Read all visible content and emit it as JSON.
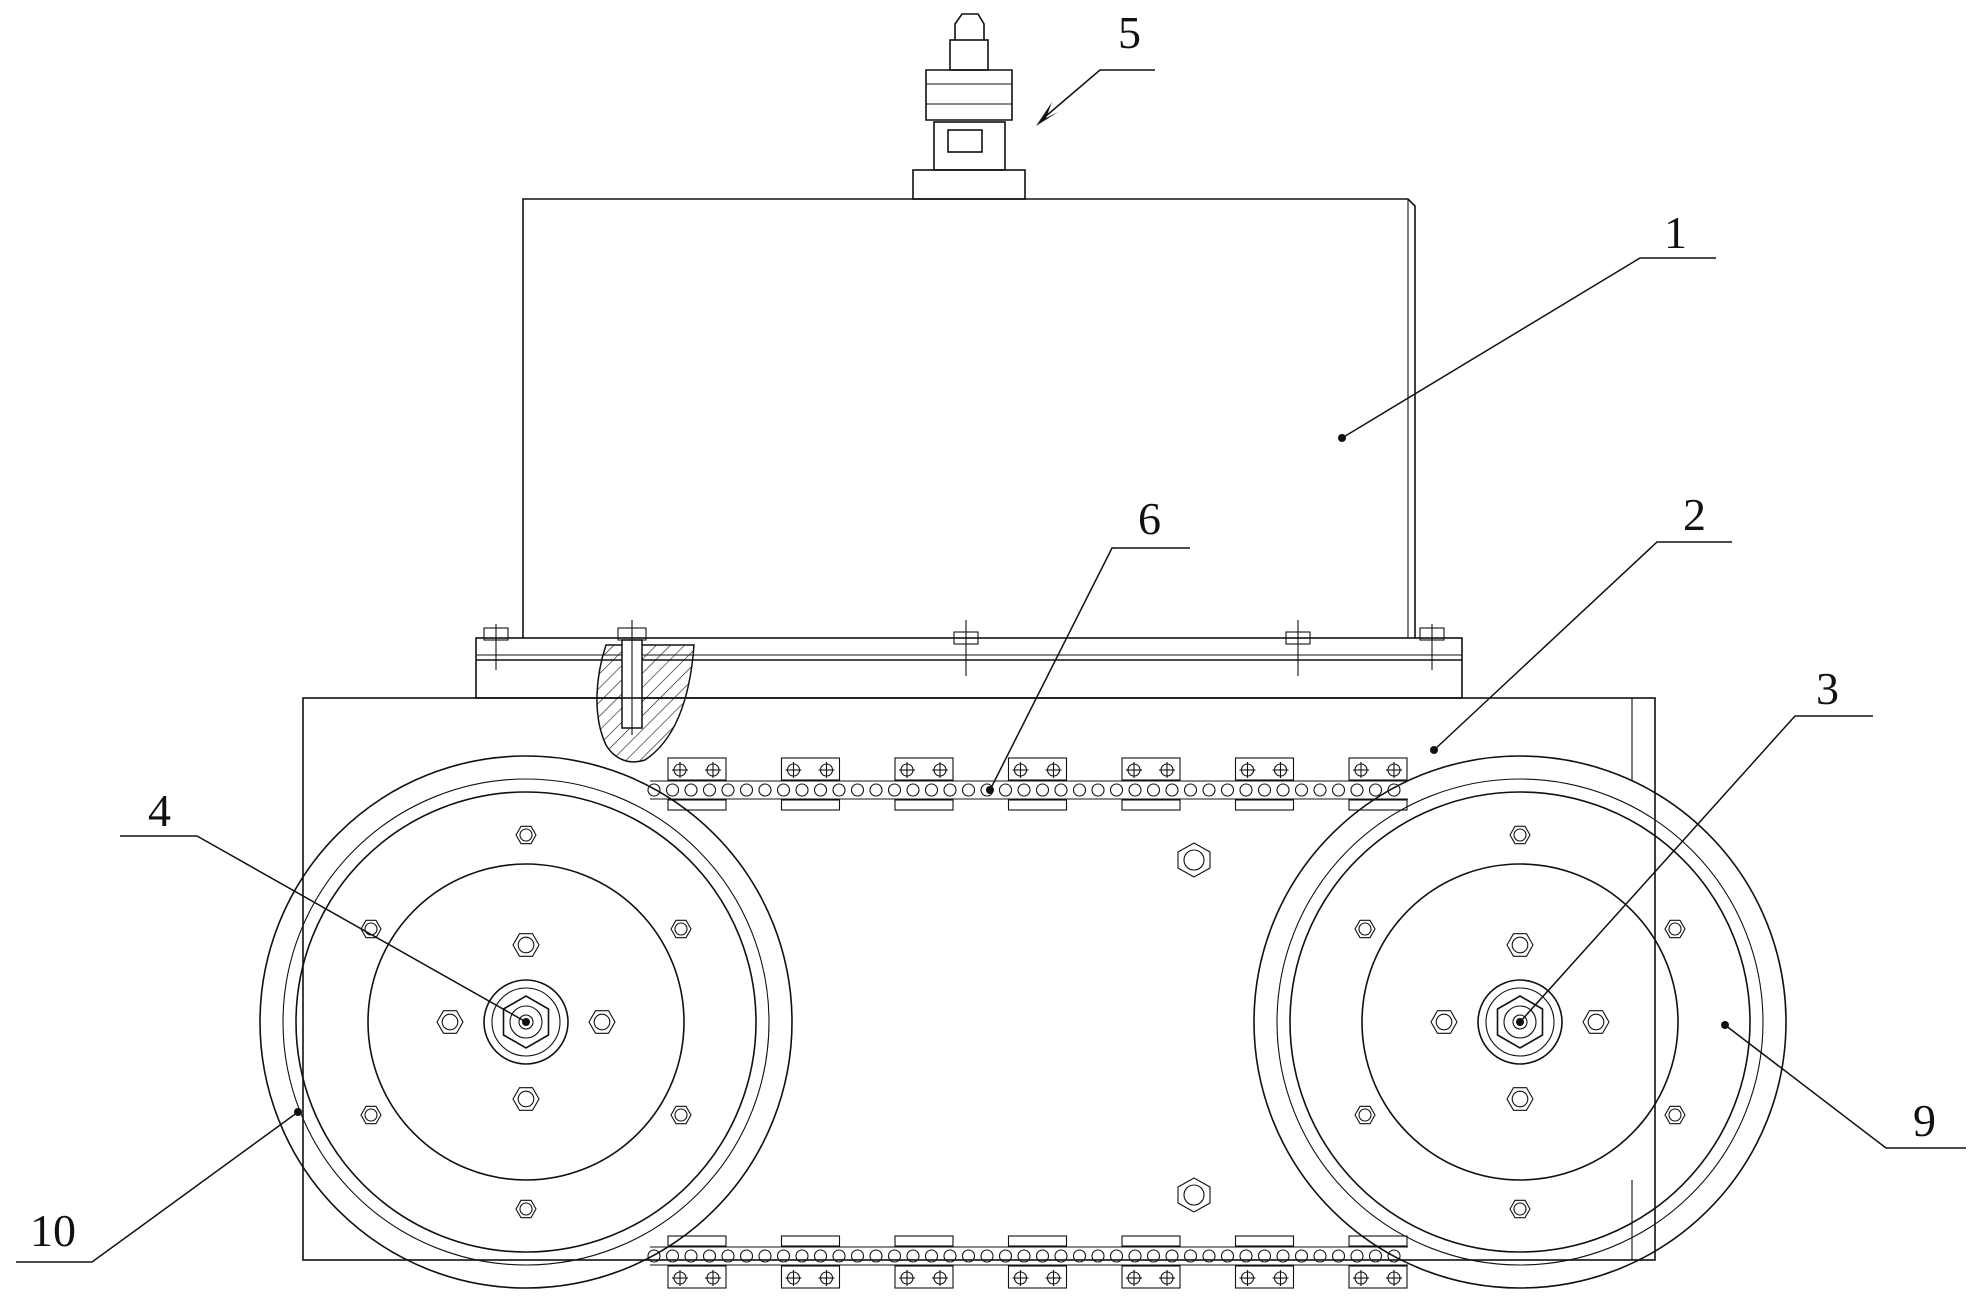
{
  "labels": {
    "l1": "1",
    "l2": "2",
    "l3": "3",
    "l4": "4",
    "l5": "5",
    "l6": "6",
    "l9": "9",
    "l10": "10"
  },
  "colors": {
    "line": "#111111",
    "background": "#ffffff"
  }
}
